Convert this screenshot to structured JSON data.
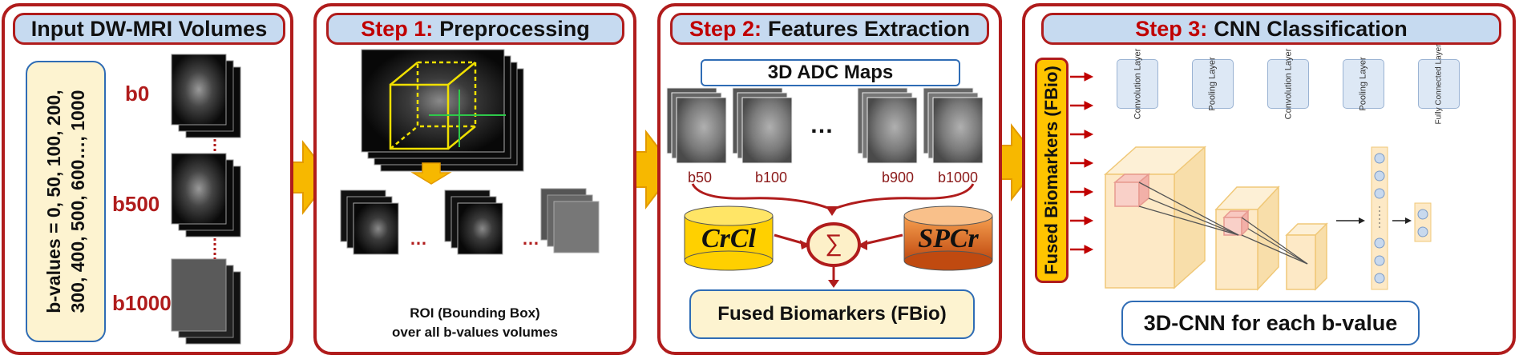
{
  "panels": {
    "input": {
      "title": "Input DW-MRI Volumes",
      "bvalues_text": "b-values = 0, 50, 100, 200, 300, 400, 500, 600…, 1000",
      "labels": [
        "b0",
        "b500",
        "b1000"
      ]
    },
    "step1": {
      "step": "Step 1:",
      "title": "Preprocessing",
      "dots1": "…",
      "dots2": "…",
      "caption_line1": "ROI (Bounding Box)",
      "caption_line2": "over all b-values volumes"
    },
    "step2": {
      "step": "Step 2:",
      "title": "Features Extraction",
      "adc_title": "3D ADC Maps",
      "dots": "…",
      "adc_labels": [
        "b50",
        "b100",
        "b900",
        "b1000"
      ],
      "crcl": "CrCl",
      "spcr": "SPCr",
      "sigma": "∑",
      "fused": "Fused Biomarkers (FBio)"
    },
    "step3": {
      "step": "Step 3:",
      "title": "CNN Classification",
      "fbio_vertical": "Fused Biomarkers (FBio)",
      "layers": [
        "Convolution Layer",
        "Pooling Layer",
        "Convolution Layer",
        "Pooling Layer",
        "Fully Connected Layer"
      ],
      "cnn_caption": "3D-CNN for each b-value"
    }
  },
  "colors": {
    "border": "#b01c1c",
    "title_bg": "#c6daf0",
    "arrow": "#f7b800",
    "cube": "#fbe8c4",
    "step_text": "#c00000"
  }
}
